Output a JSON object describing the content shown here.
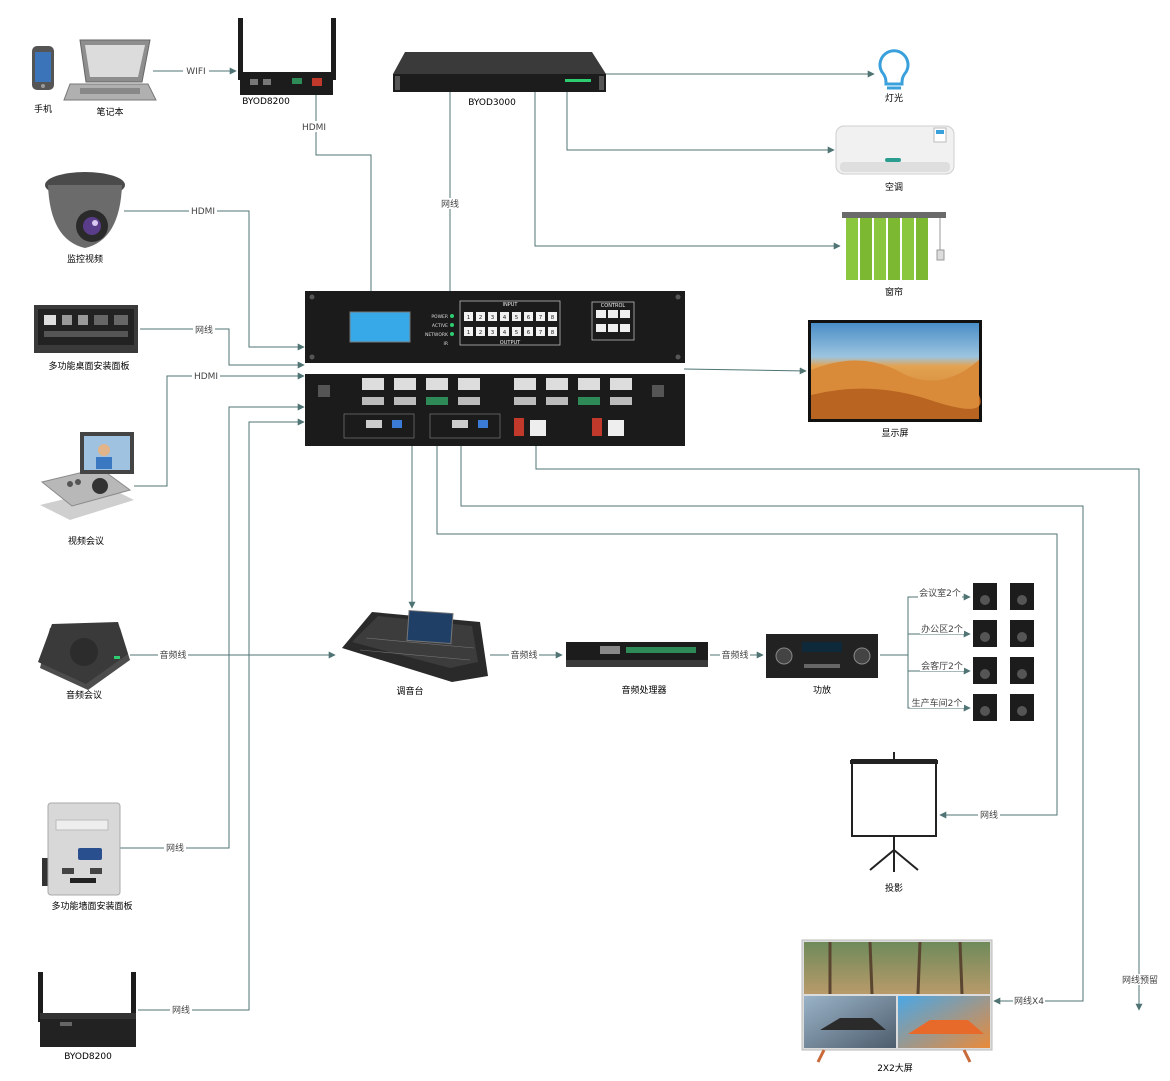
{
  "device_labels": {
    "phone": "手机",
    "laptop": "笔记本",
    "byod8200_top": "BYOD8200",
    "byod3000": "BYOD3000",
    "light": "灯光",
    "aircon": "空调",
    "curtain": "窗帘",
    "camera": "监控视频",
    "desk_panel": "多功能桌面安装面板",
    "display": "显示屏",
    "video_conf": "视频会议",
    "audio_conf": "音频会议",
    "mixer": "调音台",
    "audio_proc": "音频处理器",
    "amplifier": "功放",
    "projector": "投影",
    "wall_panel": "多功能墙面安装面板",
    "byod8200_bottom": "BYOD8200",
    "big_screen": "2X2大屏"
  },
  "connection_labels": {
    "wifi": "WIFI",
    "hdmi_byod": "HDMI",
    "net_byod3000": "网线",
    "hdmi_camera": "HDMI",
    "net_desk": "网线",
    "hdmi_video": "HDMI",
    "audio_conf_line": "音频线",
    "mixer_proc_line": "音频线",
    "proc_amp_line": "音频线",
    "net_wall": "网线",
    "net_byod_bottom": "网线",
    "net_projector": "网线",
    "net_bigscreen": "网线X4",
    "net_reserved": "网线预留"
  },
  "speaker_zones": [
    "会议室2个",
    "办公区2个",
    "会客厅2个",
    "生产车间2个"
  ],
  "matrix_panel": {
    "input_title": "INPUT",
    "output_title": "OUTPUT",
    "control_title": "CONTROL",
    "status_labels": [
      "POWER",
      "ACTIVE",
      "NETWORK",
      "IR"
    ],
    "input_keys": [
      "1",
      "2",
      "3",
      "4",
      "5",
      "6",
      "7",
      "8"
    ],
    "output_keys": [
      "1",
      "2",
      "3",
      "4",
      "5",
      "6",
      "7",
      "8"
    ]
  },
  "colors": {
    "line": "#4f7473",
    "device_dark": "#1c1c1c",
    "light_icon": "#3aa0dc",
    "screen_blue": "#37a8e8",
    "curtain_green": "#8bc63f"
  }
}
